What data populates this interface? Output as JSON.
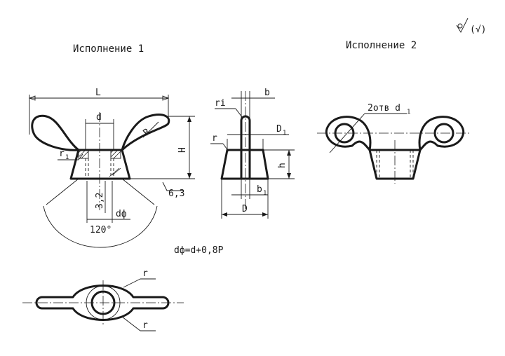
{
  "roughness_mark": "(√)",
  "captions": {
    "variant1": "Исполнение 1",
    "variant2": "Исполнение 2"
  },
  "dims": {
    "L": "L",
    "d": "d",
    "R": "R",
    "r1": "r",
    "r1_sub": "1",
    "H": "H",
    "angle": "120°",
    "dphi": "dф",
    "chamfer": "3,2",
    "roughness_val": "6,3",
    "ri": "ri",
    "b": "b",
    "D1": "D",
    "D1_sub": "1",
    "r": "r",
    "h": "h",
    "b1": "b",
    "b1_sub": "1",
    "D": "D",
    "holes": "2отв d",
    "holes_sub": "1",
    "plan_r_top": "r",
    "plan_r_bottom": "r"
  },
  "formula": "dф=d+0,8P"
}
